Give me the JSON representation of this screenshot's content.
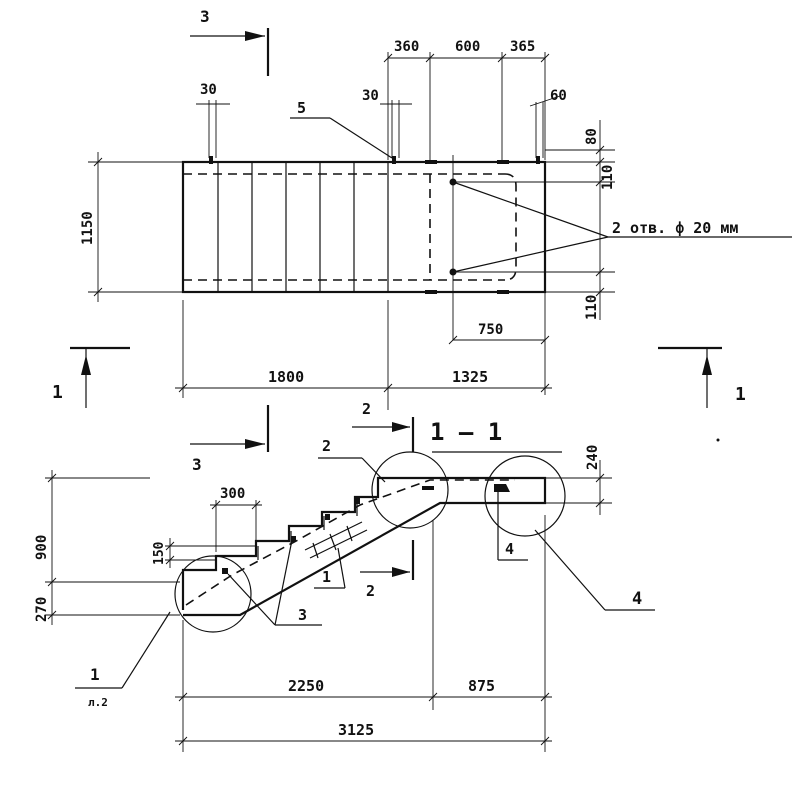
{
  "colors": {
    "ink": "#111111",
    "paper": "#ffffff"
  },
  "plan": {
    "dims_top": [
      "30",
      "360",
      "600",
      "365",
      "30",
      "60"
    ],
    "dims_right": [
      "80",
      "110",
      "110"
    ],
    "dim_150": "750",
    "dim_left": "1150",
    "dim_bottom": [
      "1800",
      "1325"
    ],
    "holes_note": "2 отв. ф 20 мм",
    "callout_5": "5",
    "section3_label": "3",
    "section1_left": "1",
    "section1_right": "1"
  },
  "elevation": {
    "section3_label": "3",
    "section2_top": "2",
    "section2_bottom": "2",
    "title_1_1": "1 — 1",
    "dim_240": "240",
    "dim_900": "900",
    "dim_150": "150",
    "dim_270": "270",
    "dim_300": "300",
    "callout_2": "2",
    "callout_1": "1",
    "callout_3": "3",
    "callout_4_small": "4",
    "callout_4_large": "4",
    "detail_1_num": "1",
    "detail_1_sheet": "л.2",
    "dims_bottom": [
      "2250",
      "875"
    ],
    "dim_total": "3125"
  }
}
